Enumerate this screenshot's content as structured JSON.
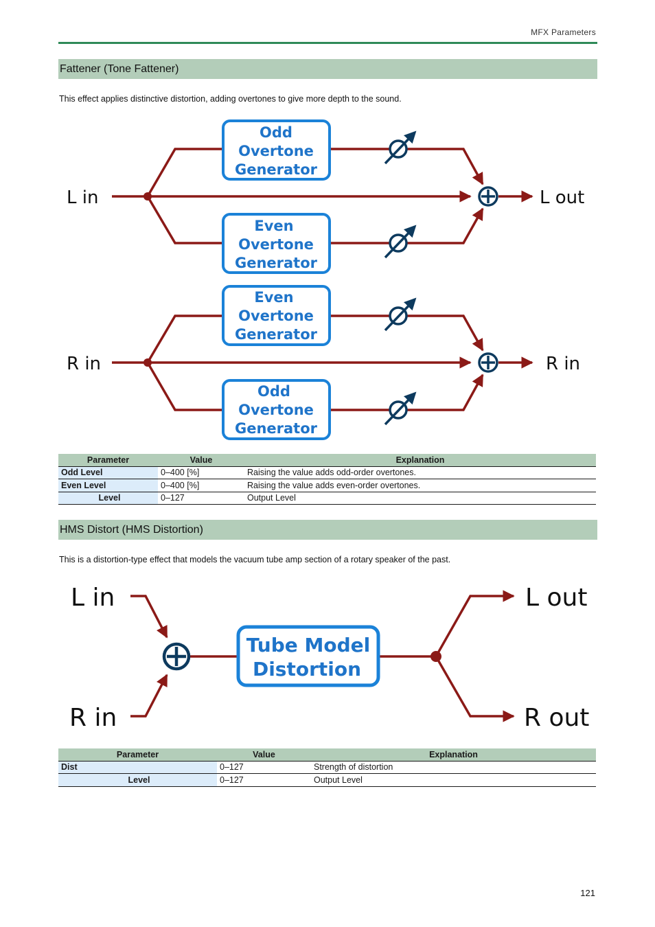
{
  "header": {
    "label": "MFX Parameters"
  },
  "sections": [
    {
      "title": "Fattener (Tone Fattener)",
      "description": "This effect applies distinctive distortion, adding overtones to give more depth to the sound.",
      "diagram": {
        "inputs": [
          "L in",
          "R in"
        ],
        "outputs": [
          "L out",
          "R in"
        ],
        "blocks": [
          [
            "Odd",
            "Overtone",
            "Generator"
          ],
          [
            "Even",
            "Overtone",
            "Generator"
          ],
          [
            "Even",
            "Overtone",
            "Generator"
          ],
          [
            "Odd",
            "Overtone",
            "Generator"
          ]
        ]
      },
      "table": {
        "headers": [
          "Parameter",
          "Value",
          "Explanation"
        ],
        "rows": [
          {
            "parameter": "Odd Level",
            "value": "0–400 [%]",
            "explanation": "Raising the value adds odd-order overtones."
          },
          {
            "parameter": "Even Level",
            "value": "0–400 [%]",
            "explanation": "Raising the value adds even-order overtones."
          },
          {
            "parameter": "Level",
            "value": "0–127",
            "explanation": "Output Level"
          }
        ]
      }
    },
    {
      "title": "HMS Distort (HMS Distortion)",
      "description": "This is a distortion-type effect that models the vacuum tube amp section of a rotary speaker of the past.",
      "diagram": {
        "inputs": [
          "L in",
          "R in"
        ],
        "outputs": [
          "L out",
          "R out"
        ],
        "block": [
          "Tube Model",
          "Distortion"
        ]
      },
      "table": {
        "headers": [
          "Parameter",
          "Value",
          "Explanation"
        ],
        "rows": [
          {
            "parameter": "Dist",
            "value": "0–127",
            "explanation": "Strength of distortion"
          },
          {
            "parameter": "Level",
            "value": "0–127",
            "explanation": "Output Level"
          }
        ]
      }
    }
  ],
  "colors": {
    "line": "#8b1a17",
    "block_border": "#1b82d8",
    "block_text": "#1f74c9",
    "knob": "#0d3a5e",
    "section_bar": "#b3cdb9",
    "param_cell": "#dcecfa",
    "rule": "#2f8a58"
  },
  "page_number": "121"
}
